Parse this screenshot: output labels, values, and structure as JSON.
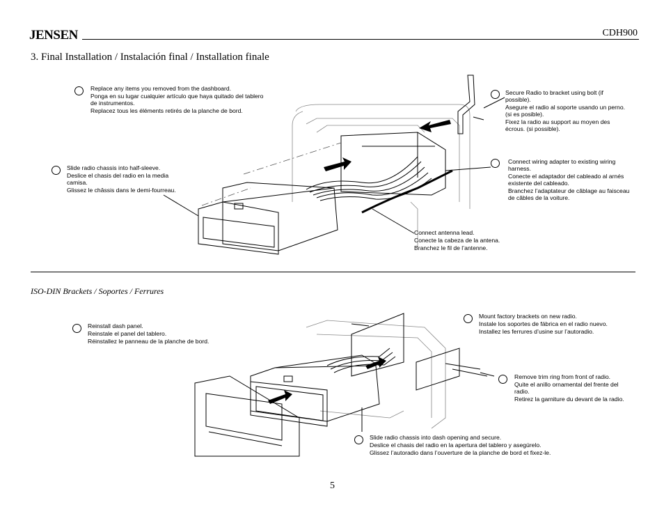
{
  "header": {
    "logo": "JENSEN",
    "model": "CDH900"
  },
  "section1": {
    "title": "3. Final Installation / Instalación final / Installation finale",
    "notes": {
      "replace": [
        "Replace any items you removed from the dashboard.",
        "Ponga en su lugar cualquier artículo que haya quitado del tablero de instrumentos.",
        "Replacez tous les éléments retirés de la planche de bord."
      ],
      "slide": [
        "Slide radio chassis into half-sleeve.",
        "Deslice el chasis del radio en la media camisa.",
        "Glissez le châssis dans le demi-fourreau."
      ],
      "secure": [
        "Secure Radio to bracket using bolt (if possible).",
        "Asegure el radio al soporte usando un perno. (si es posible).",
        "Fixez la radio au support au moyen des écrous. (si possible)."
      ],
      "wiring": [
        "Connect wiring adapter to existing wiring harness.",
        "Conecte el adaptador del cableado al arnés existente del cableado.",
        "Branchez l’adaptateur de câblage au faisceau de câbles de la voiture."
      ],
      "antenna": [
        "Connect antenna lead.",
        "Conecte la cabeza de la antena.",
        "Branchez le fil de l’antenne."
      ]
    }
  },
  "section2": {
    "title": "ISO-DIN Brackets / Soportes / Ferrures",
    "notes": {
      "reinstall": [
        "Reinstall dash panel.",
        "Reinstale el panel del tablero.",
        "Réinstallez le panneau de la planche de bord."
      ],
      "mount": [
        "Mount factory brackets on new radio.",
        "Instale los soportes de fábrica en el radio nuevo.",
        "Installez les ferrures d’usine sur l’autoradio."
      ],
      "trim": [
        "Remove trim ring from front of radio.",
        "Quite el anillo ornamental del frente del radio.",
        "Retirez la garniture du devant de la radio."
      ],
      "dash": [
        "Slide radio chassis into dash opening and secure.",
        "Deslice el chasis del radio en la apertura del tablero y asegúrelo.",
        "Glissez l’autoradio dans l’ouverture de la planche de bord et fixez-le."
      ]
    }
  },
  "page_number": "5"
}
